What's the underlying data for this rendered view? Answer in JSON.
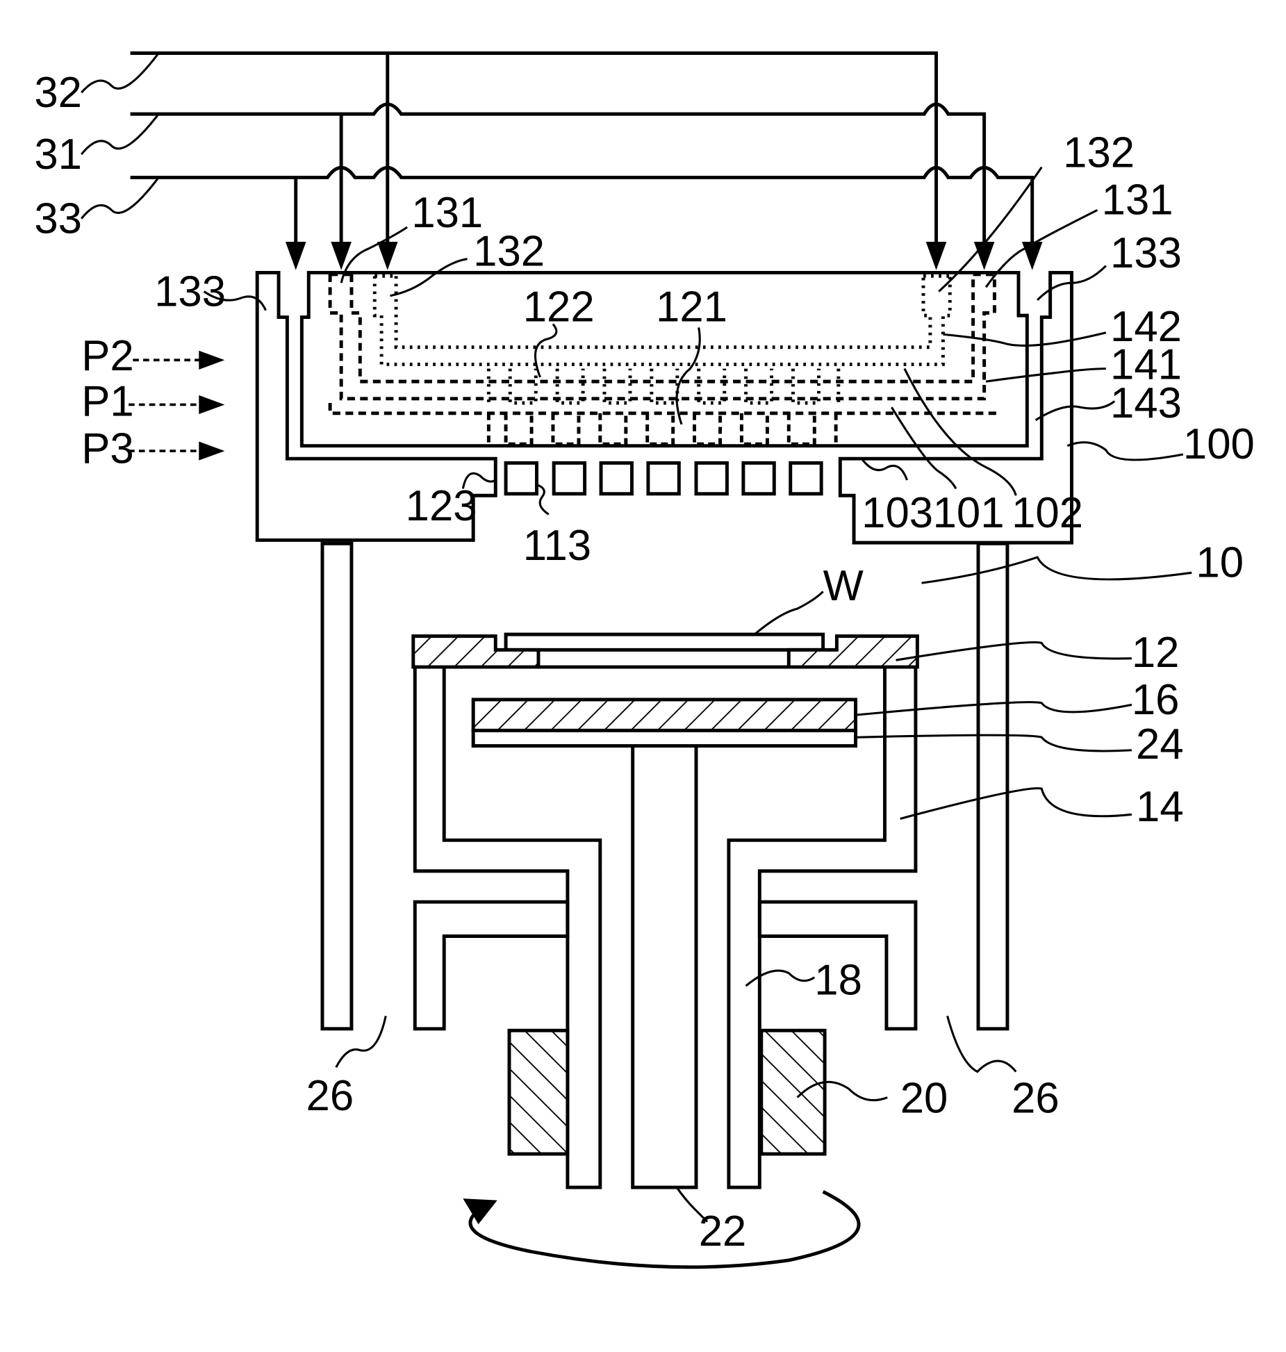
{
  "labels": {
    "l32": "32",
    "l31": "31",
    "l33": "33",
    "l131a": "131",
    "l132a": "132",
    "l133a": "133",
    "l132b": "132",
    "l131b": "131",
    "l133b": "133",
    "p2": "P2",
    "p1": "P1",
    "p3": "P3",
    "l122": "122",
    "l121": "121",
    "l142": "142",
    "l141": "141",
    "l143": "143",
    "l100": "100",
    "l123": "123",
    "l113": "113",
    "l103": "103",
    "l101": "101",
    "l102": "102",
    "l10": "10",
    "lW": "W",
    "l12": "12",
    "l16": "16",
    "l24": "24",
    "l14": "14",
    "l18": "18",
    "l20": "20",
    "l22": "22",
    "l26a": "26",
    "l26b": "26"
  },
  "colors": {
    "ink": "#000000",
    "paper": "#ffffff"
  }
}
